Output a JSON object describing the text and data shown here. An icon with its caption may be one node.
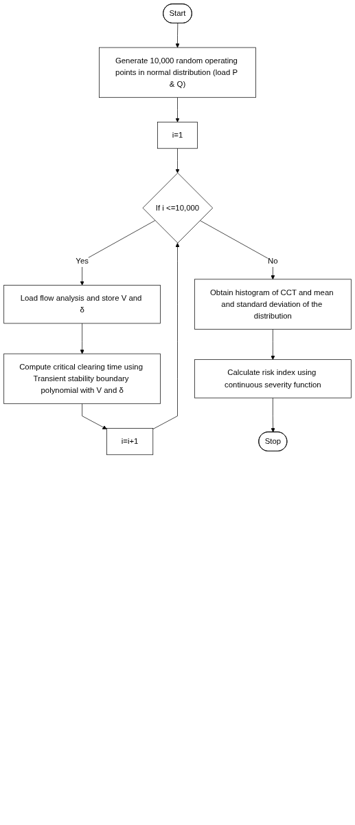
{
  "diagram": {
    "nodes": [
      {
        "text": [
          "Start"
        ]
      },
      {
        "text": [
          "Generate 10,000 random operating points in normal distribution (load P & Q)"
        ]
      },
      {
        "text": [
          "i=1"
        ]
      },
      {
        "text": [
          "If i <=10,000"
        ]
      },
      {
        "text": [
          "Load flow analysis and store V and δ"
        ]
      },
      {
        "text": [
          "Compute critical clearing time using Transient stability boundary polynomial with V and δ"
        ]
      },
      {
        "text": [
          "i=i+1"
        ]
      },
      {
        "text": [
          "Obtain histogram of CCT and mean and standard deviation of the distribution"
        ]
      },
      {
        "text": [
          "Calculate risk index using continuous severity function"
        ]
      },
      {
        "text": [
          "Stop"
        ]
      }
    ],
    "edges": [
      {
        "from": 0,
        "to": 1,
        "arrow": "to"
      },
      {
        "from": 1,
        "to": 2,
        "arrow": "to"
      },
      {
        "from": 2,
        "to": 3,
        "arrow": "to"
      },
      {
        "from": 3,
        "to": 4,
        "arrow": "to",
        "label": "Yes"
      },
      {
        "from": 4,
        "to": 5,
        "arrow": "to"
      },
      {
        "from": 5,
        "to": 6,
        "arrow": "to"
      },
      {
        "from": 6,
        "to": 3,
        "arrow": "to"
      },
      {
        "from": 3,
        "to": 7,
        "arrow": "to",
        "label": "No"
      },
      {
        "from": 7,
        "to": 8,
        "arrow": "to"
      },
      {
        "from": 8,
        "to": 9,
        "arrow": "to"
      }
    ]
  }
}
